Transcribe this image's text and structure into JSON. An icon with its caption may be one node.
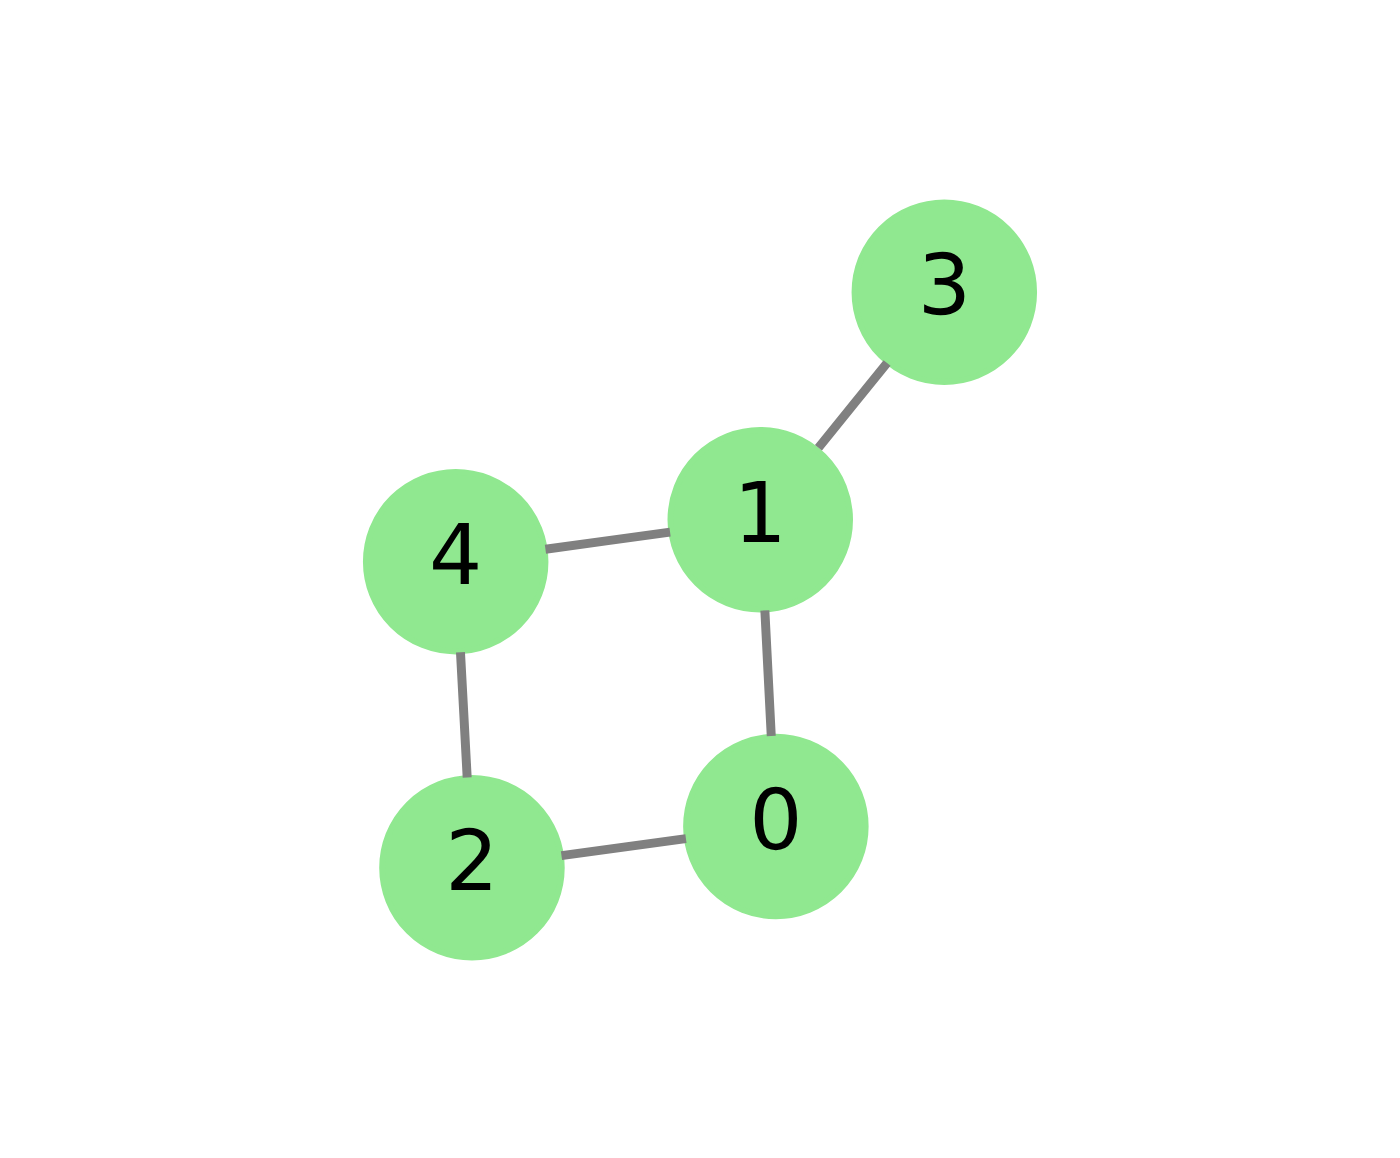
{
  "diagram": {
    "nodes": [
      {
        "text": [
          "2"
        ]
      },
      {
        "text": [
          "0"
        ]
      },
      {
        "text": [
          "4"
        ]
      },
      {
        "text": [
          "1"
        ]
      },
      {
        "text": [
          "3"
        ]
      }
    ],
    "edges": [
      {
        "from": 0,
        "to": 1,
        "arrow": "none"
      },
      {
        "from": 0,
        "to": 2,
        "arrow": "none"
      },
      {
        "from": 1,
        "to": 3,
        "arrow": "none"
      },
      {
        "from": 2,
        "to": 3,
        "arrow": "none"
      },
      {
        "from": 3,
        "to": 4,
        "arrow": "none"
      }
    ]
  }
}
